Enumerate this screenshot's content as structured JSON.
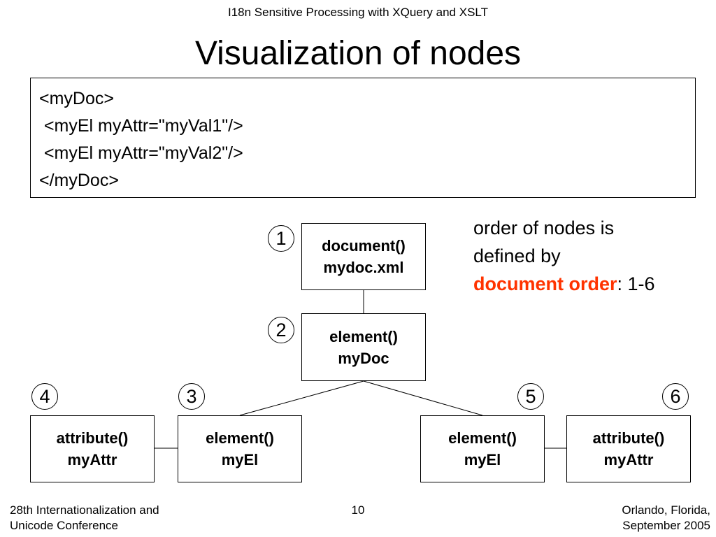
{
  "header": {
    "text": "I18n Sensitive Processing with XQuery and XSLT"
  },
  "title": "Visualization of nodes",
  "code": {
    "lines": [
      "<myDoc>",
      " <myEl myAttr=\"myVal1\"/>",
      " <myEl myAttr=\"myVal2\"/>",
      "</myDoc>"
    ]
  },
  "note": {
    "line1": "order of nodes is",
    "line2": "defined by",
    "highlight": "document order",
    "suffix": ": 1-6",
    "highlight_color": "#ff3300"
  },
  "nodes": {
    "document": {
      "line1": "document()",
      "line2": "mydoc.xml",
      "order": "1"
    },
    "element_mydoc": {
      "line1": "element()",
      "line2": "myDoc",
      "order": "2"
    },
    "element_myel_1": {
      "line1": "element()",
      "line2": "myEl",
      "order": "3"
    },
    "attribute_1": {
      "line1": "attribute()",
      "line2": "myAttr",
      "order": "4"
    },
    "element_myel_2": {
      "line1": "element()",
      "line2": "myEl",
      "order": "5"
    },
    "attribute_2": {
      "line1": "attribute()",
      "line2": "myAttr",
      "order": "6"
    }
  },
  "footer": {
    "left_line1": "28th Internationalization and",
    "left_line2": "Unicode Conference",
    "page": "10",
    "right_line1": "Orlando, Florida,",
    "right_line2": "September 2005"
  }
}
